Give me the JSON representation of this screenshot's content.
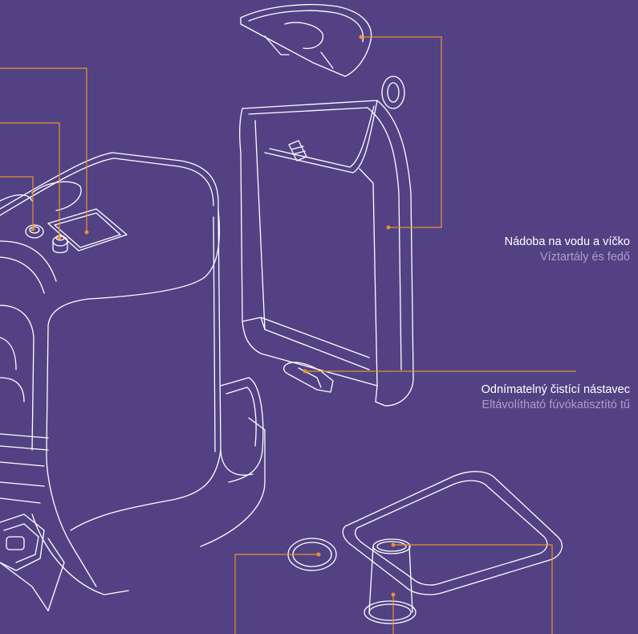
{
  "colors": {
    "background": "#524284",
    "outline": "#ffffff",
    "leader": "#e8912f",
    "label_primary": "#ffffff",
    "label_secondary": "#a99fc9"
  },
  "labels": {
    "water_tank": {
      "cz": "Nádoba na vodu a víčko",
      "hu": "Víztartály és fedő"
    },
    "cleaning_tool": {
      "cz": "Odnímatelný čistící nástavec",
      "hu": "Eltávolítható fúvókatisztító tű"
    }
  }
}
